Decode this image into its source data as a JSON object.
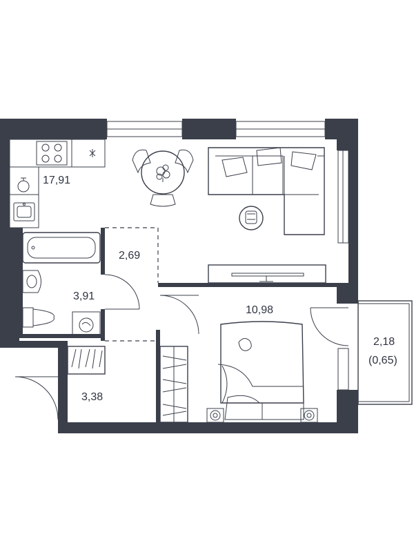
{
  "plan": {
    "rooms": {
      "kitchen_living": {
        "area": "17,91"
      },
      "hallway": {
        "area": "2,69"
      },
      "bathroom": {
        "area": "3,91"
      },
      "entrance": {
        "area": "3,38"
      },
      "bedroom": {
        "area": "10,98"
      },
      "balcony": {
        "area": "2,18",
        "area_reduced": "(0,65)"
      }
    },
    "colors": {
      "wall": "#3a3f4a",
      "line": "#3a3f4a",
      "background": "#ffffff"
    }
  }
}
